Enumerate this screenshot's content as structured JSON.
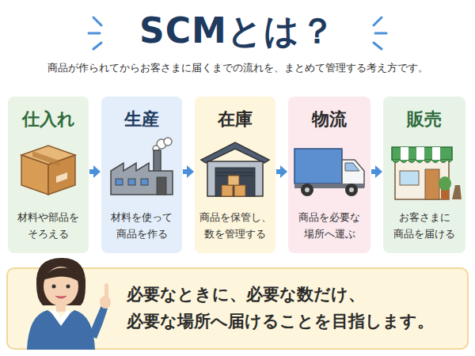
{
  "diagram": {
    "title": "SCMとは？",
    "nodes": [
      {
        "text": [
          "仕入れ",
          "材料や部品を そろえる"
        ]
      },
      {
        "text": [
          "生産",
          "材料を使って 商品を作る"
        ]
      },
      {
        "text": [
          "在庫",
          "商品を保管し、 数を管理する"
        ]
      },
      {
        "text": [
          "物流",
          "商品を必要な 場所へ運ぶ"
        ]
      },
      {
        "text": [
          "販売",
          "お客さまに 商品を届ける"
        ]
      },
      {
        "text": [
          "必要なときに、必要な数だけ、 必要な場所へ届けることを目指します。"
        ]
      }
    ],
    "edges": [
      {
        "from": 0,
        "to": 1,
        "arrow": "to"
      },
      {
        "from": 1,
        "to": 2,
        "arrow": "to"
      },
      {
        "from": 2,
        "to": 3,
        "arrow": "to"
      },
      {
        "from": 3,
        "to": 4,
        "arrow": "to"
      }
    ],
    "labels": [
      "商品が作られてからお客さまに届くまでの流れを、まとめて管理する考え方です。"
    ]
  }
}
